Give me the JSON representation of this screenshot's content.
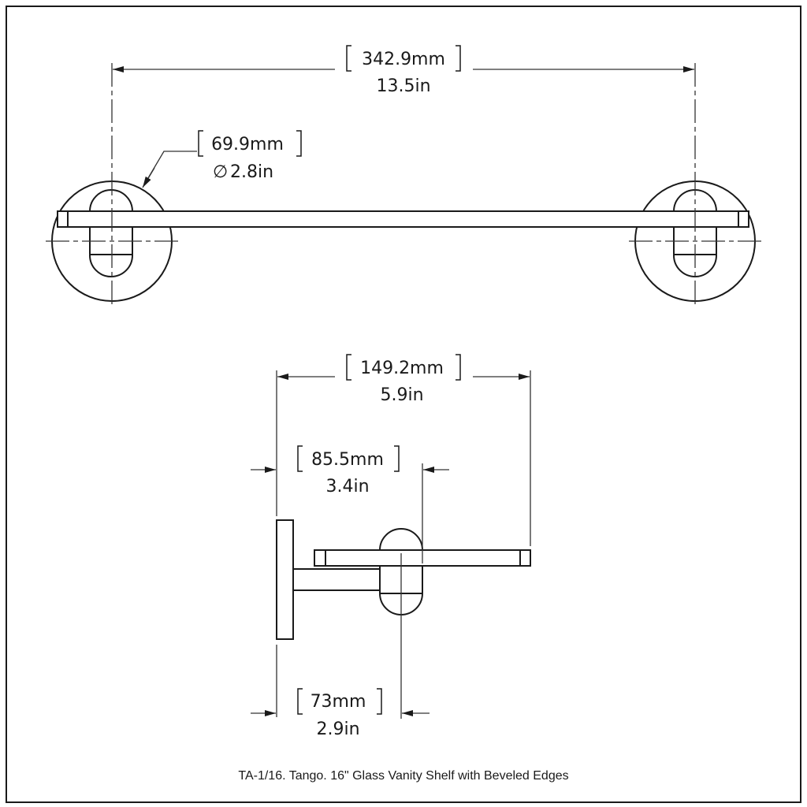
{
  "dimensions": {
    "overall_width": {
      "mm": "342.9mm",
      "in": "13.5in"
    },
    "flange_diameter": {
      "mm": "69.9mm",
      "in": "2.8in",
      "symbol": "∅"
    },
    "projection": {
      "mm": "149.2mm",
      "in": "5.9in"
    },
    "bracket_front": {
      "mm": "85.5mm",
      "in": "3.4in"
    },
    "bracket_center": {
      "mm": "73mm",
      "in": "2.9in"
    }
  },
  "caption": "TA-1/16. Tango. 16\" Glass Vanity Shelf with Beveled Edges"
}
